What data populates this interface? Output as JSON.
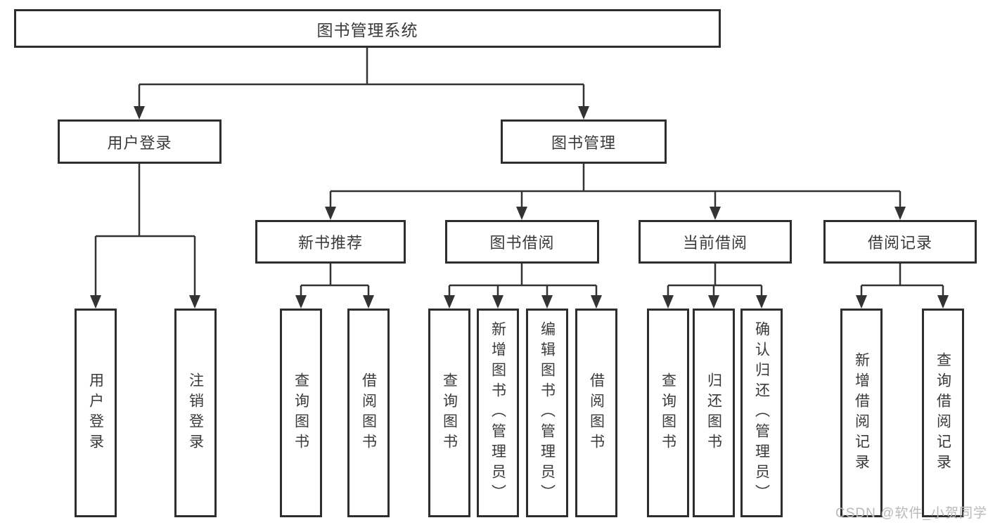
{
  "colors": {
    "background": "#ffffff",
    "line": "#333333",
    "box_border": "#2e2e2e",
    "text": "#3a3a3a",
    "watermark": "#b9b9bd"
  },
  "watermark": {
    "text": "CSDN @软件_小贺同学"
  },
  "tree": {
    "label": "图书管理系统",
    "children": [
      {
        "label": "用户登录",
        "children": [
          {
            "label": "用户登录"
          },
          {
            "label": "注销登录"
          }
        ]
      },
      {
        "label": "图书管理",
        "children": [
          {
            "label": "新书推荐",
            "children": [
              {
                "label": "查询图书"
              },
              {
                "label": "借阅图书"
              }
            ]
          },
          {
            "label": "图书借阅",
            "children": [
              {
                "label": "查询图书"
              },
              {
                "label": "新增图书（管理员）"
              },
              {
                "label": "编辑图书（管理员）"
              },
              {
                "label": "借阅图书"
              }
            ]
          },
          {
            "label": "当前借阅",
            "children": [
              {
                "label": "查询图书"
              },
              {
                "label": "归还图书"
              },
              {
                "label": "确认归还（管理员）"
              }
            ]
          },
          {
            "label": "借阅记录",
            "children": [
              {
                "label": "新增借阅记录"
              },
              {
                "label": "查询借阅记录"
              }
            ]
          }
        ]
      }
    ]
  }
}
